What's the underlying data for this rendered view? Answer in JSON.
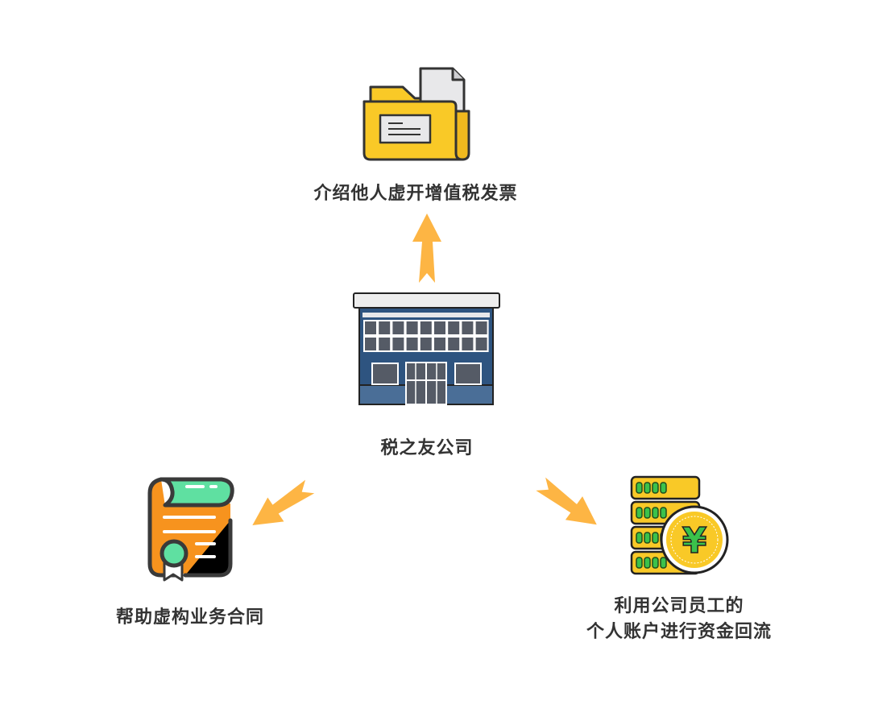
{
  "center": {
    "label": "税之友公司"
  },
  "nodes": [
    {
      "label": "介绍他人虚开增值税发票",
      "icon": "folder-icon"
    },
    {
      "label": "帮助虚构业务合同",
      "icon": "certificate-icon"
    },
    {
      "label_line1": "利用公司员工的",
      "label_line2": "个人账户进行资金回流",
      "icon": "yuan-coins-icon"
    }
  ],
  "colors": {
    "arrow": "#FDB544",
    "folder": "#F9C927",
    "building": "#2E5480",
    "certificate": "#F7931E",
    "accent_green": "#5FE0A1"
  }
}
